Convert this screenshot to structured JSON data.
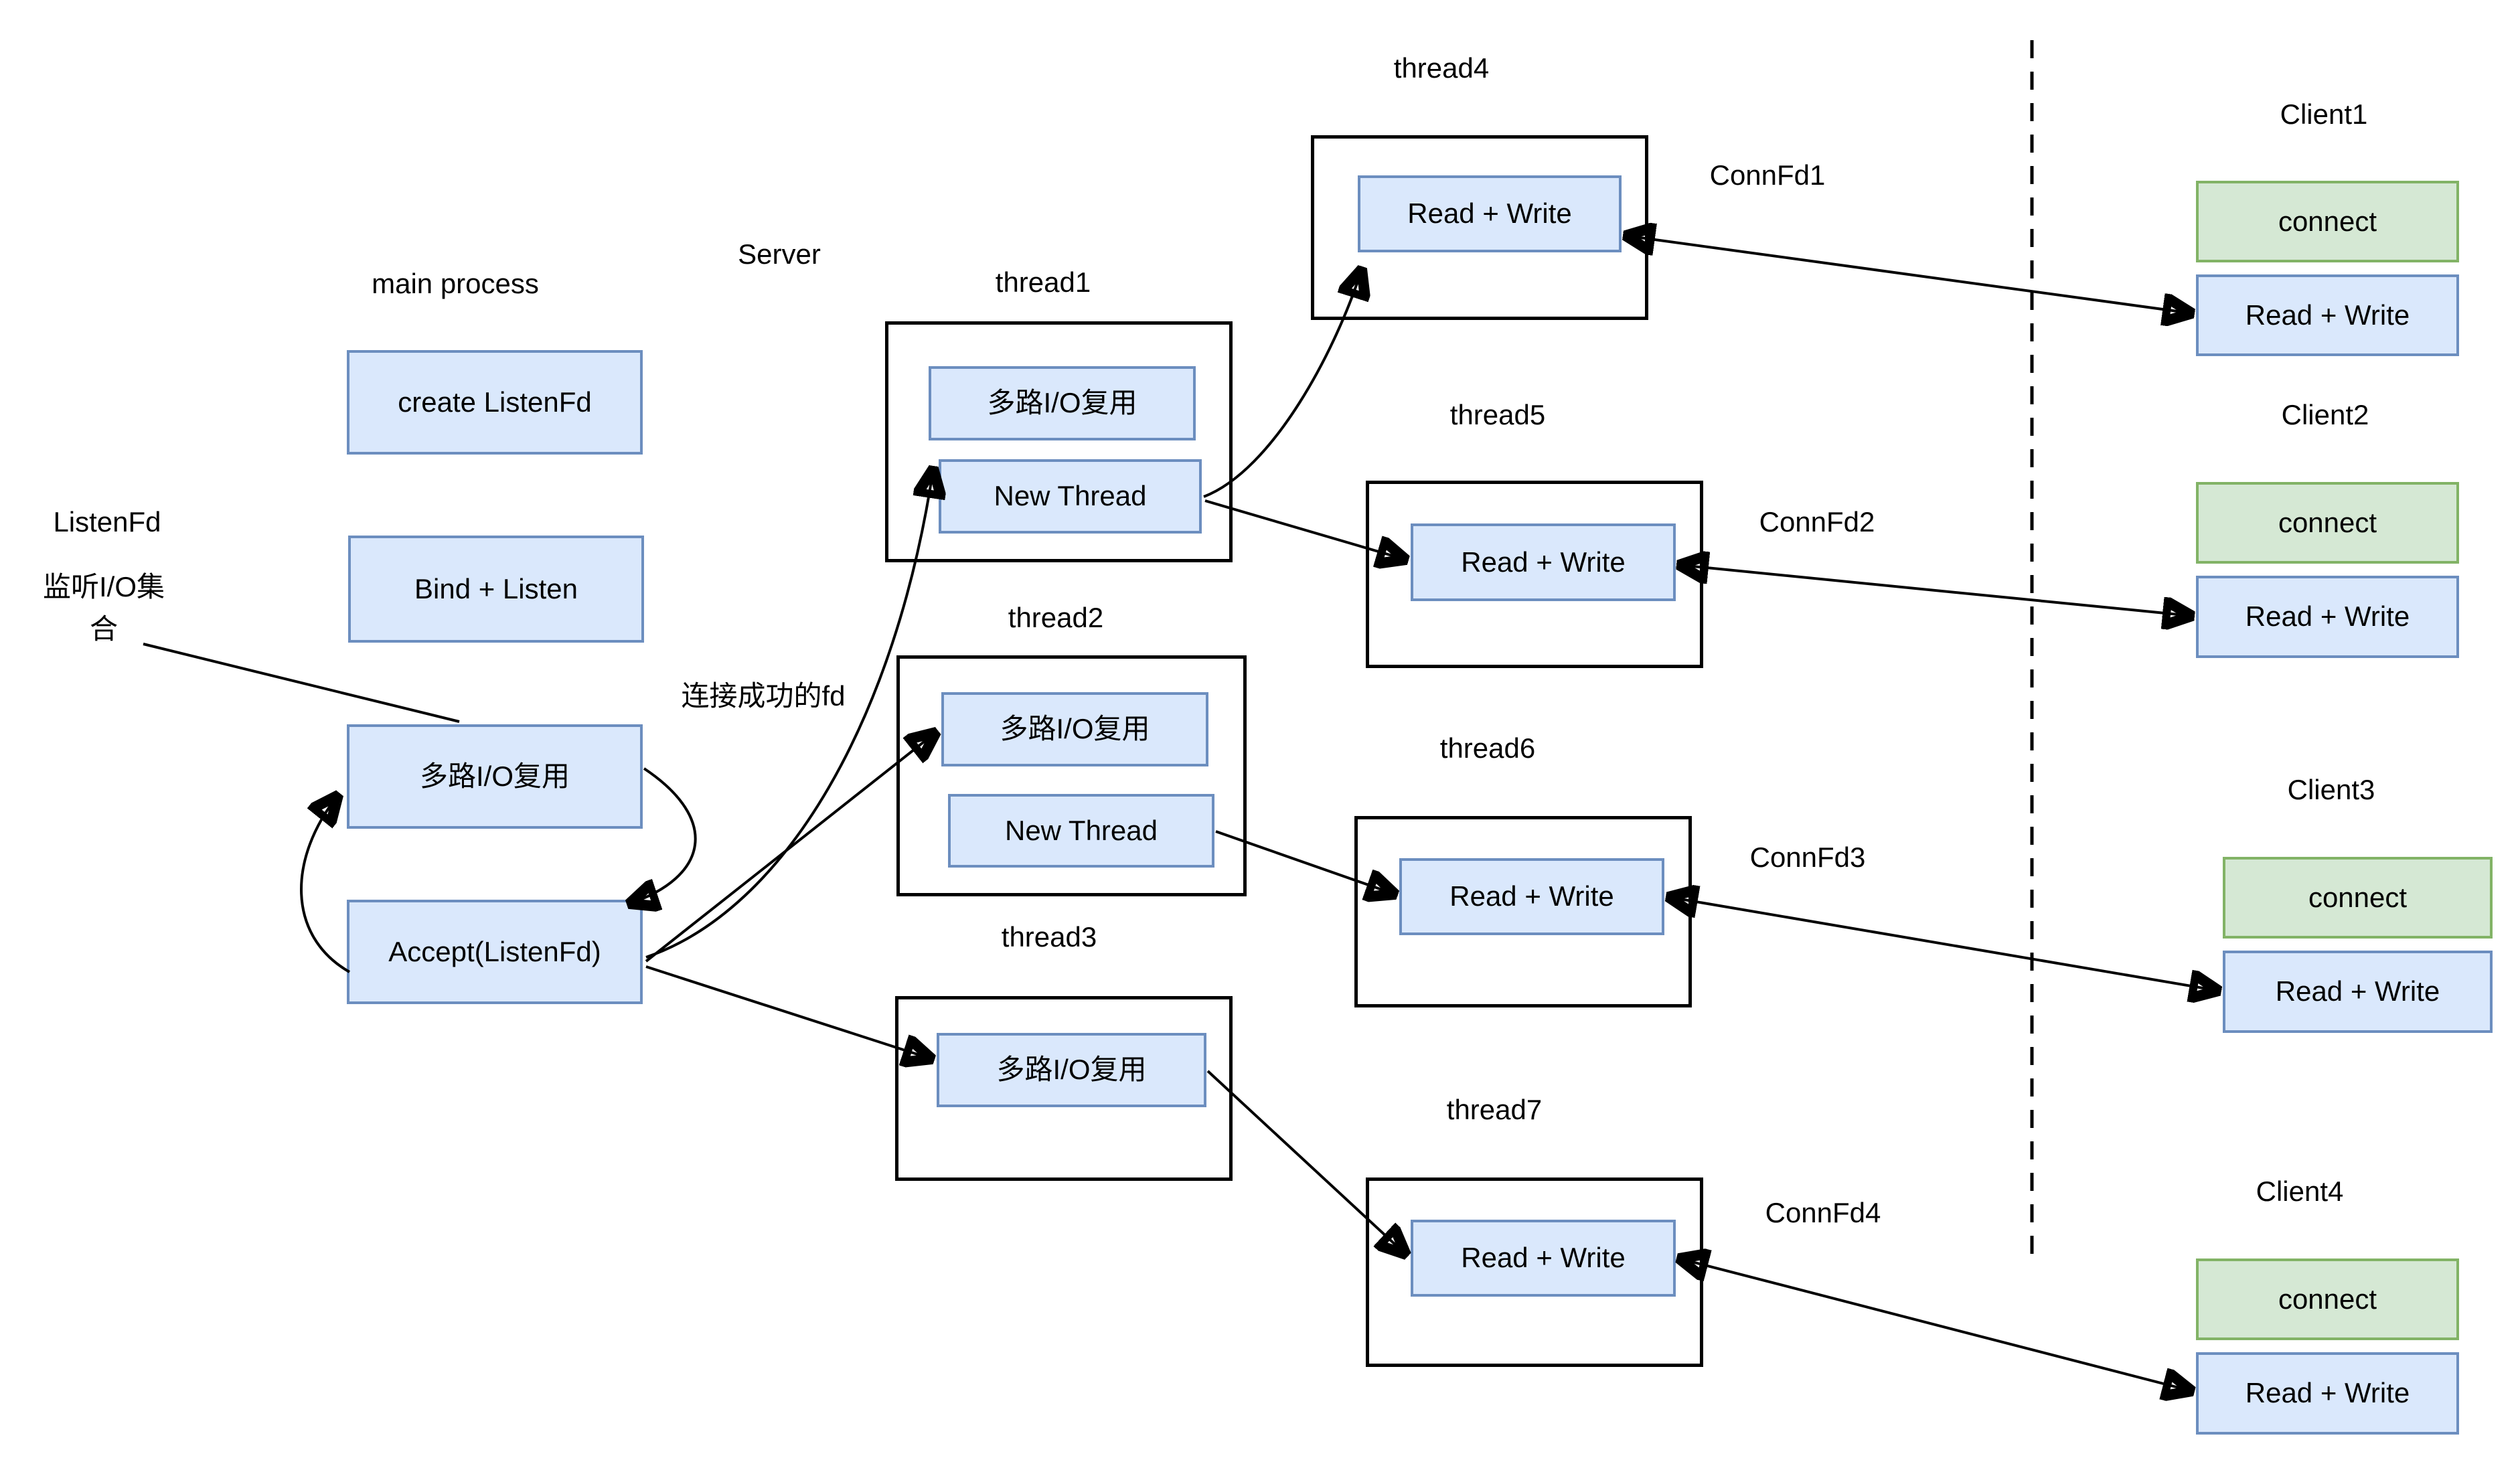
{
  "colors": {
    "blue_fill": "#dae8fc",
    "blue_border": "#6c8ebf",
    "green_fill": "#d5e8d4",
    "green_border": "#82b366",
    "container_border": "#000000",
    "line": "#000000"
  },
  "labels": {
    "server": "Server",
    "main_process": "main process",
    "listenfd": "ListenFd",
    "listen_io_set": "监听I/O集合",
    "connected_fd_note": "连接成功的fd"
  },
  "main_process": {
    "create_listenfd": "create ListenFd",
    "bind_listen": "Bind + Listen",
    "io_multiplex": "多路I/O复用",
    "accept": "Accept(ListenFd)"
  },
  "threads": {
    "t1": {
      "label": "thread1",
      "io_multiplex": "多路I/O复用",
      "new_thread": "New Thread"
    },
    "t2": {
      "label": "thread2",
      "io_multiplex": "多路I/O复用",
      "new_thread": "New Thread"
    },
    "t3": {
      "label": "thread3",
      "io_multiplex": "多路I/O复用"
    },
    "t4": {
      "label": "thread4",
      "read_write": "Read + Write",
      "conn_fd": "ConnFd1"
    },
    "t5": {
      "label": "thread5",
      "read_write": "Read + Write",
      "conn_fd": "ConnFd2"
    },
    "t6": {
      "label": "thread6",
      "read_write": "Read + Write",
      "conn_fd": "ConnFd3"
    },
    "t7": {
      "label": "thread7",
      "read_write": "Read + Write",
      "conn_fd": "ConnFd4"
    }
  },
  "clients": {
    "c1": {
      "label": "Client1",
      "connect": "connect",
      "read_write": "Read + Write"
    },
    "c2": {
      "label": "Client2",
      "connect": "connect",
      "read_write": "Read + Write"
    },
    "c3": {
      "label": "Client3",
      "connect": "connect",
      "read_write": "Read + Write"
    },
    "c4": {
      "label": "Client4",
      "connect": "connect",
      "read_write": "Read + Write"
    }
  }
}
